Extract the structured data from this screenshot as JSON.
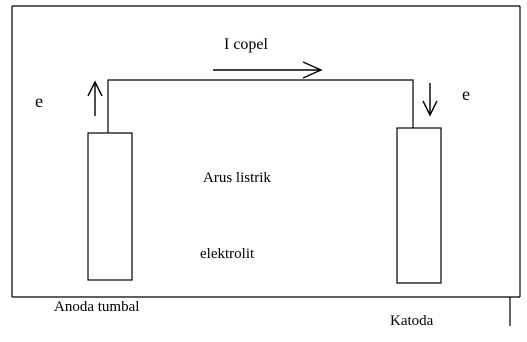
{
  "diagram": {
    "labels": {
      "current": "I copel",
      "electron_left": "e",
      "electron_right": "e",
      "arus": "Arus listrik",
      "elektrolit": "elektrolit",
      "anode": "Anoda tumbal",
      "cathode": "Katoda"
    },
    "colors": {
      "stroke": "#000000",
      "background": "#ffffff"
    }
  }
}
